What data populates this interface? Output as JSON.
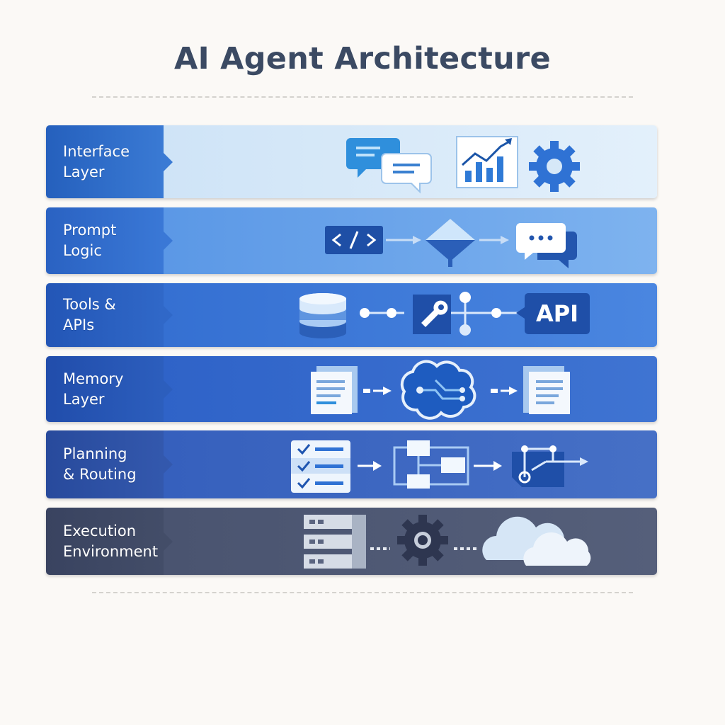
{
  "title": "AI Agent Architecture",
  "layers": [
    {
      "label": "Interface\nLayer",
      "icons": [
        "chat-bubbles-icon",
        "line-chart-icon",
        "gear-icon"
      ]
    },
    {
      "label": "Prompt\nLogic",
      "icons": [
        "code-icon",
        "decision-diamond-icon",
        "message-bubble-icon"
      ]
    },
    {
      "label": "Tools &\nAPIs",
      "icons": [
        "database-icon",
        "wrench-icon",
        "api-badge-icon"
      ],
      "api_text": "API"
    },
    {
      "label": "Memory\nLayer",
      "icons": [
        "document-icon",
        "brain-icon",
        "document-icon"
      ]
    },
    {
      "label": "Planning\n& Routing",
      "icons": [
        "checklist-icon",
        "flowchart-icon",
        "route-icon"
      ]
    },
    {
      "label": "Execution\nEnvironment",
      "icons": [
        "server-stack-icon",
        "gear-icon",
        "cloud-icon"
      ]
    }
  ],
  "colors": {
    "title": "#3b4a63",
    "interface_label": "#2d6ac4",
    "interface_panel": "#d6e8f8",
    "prompt_label": "#2f68c6",
    "prompt_panel": "#6aa4ec",
    "tools_label": "#2658b8",
    "tools_panel": "#3c7ad8",
    "memory_label": "#2450ad",
    "memory_panel": "#3467c9",
    "planning_label": "#2b4c9e",
    "planning_panel": "#3a62b8",
    "execution_label": "#3d4760",
    "execution_panel": "#4c566f"
  }
}
